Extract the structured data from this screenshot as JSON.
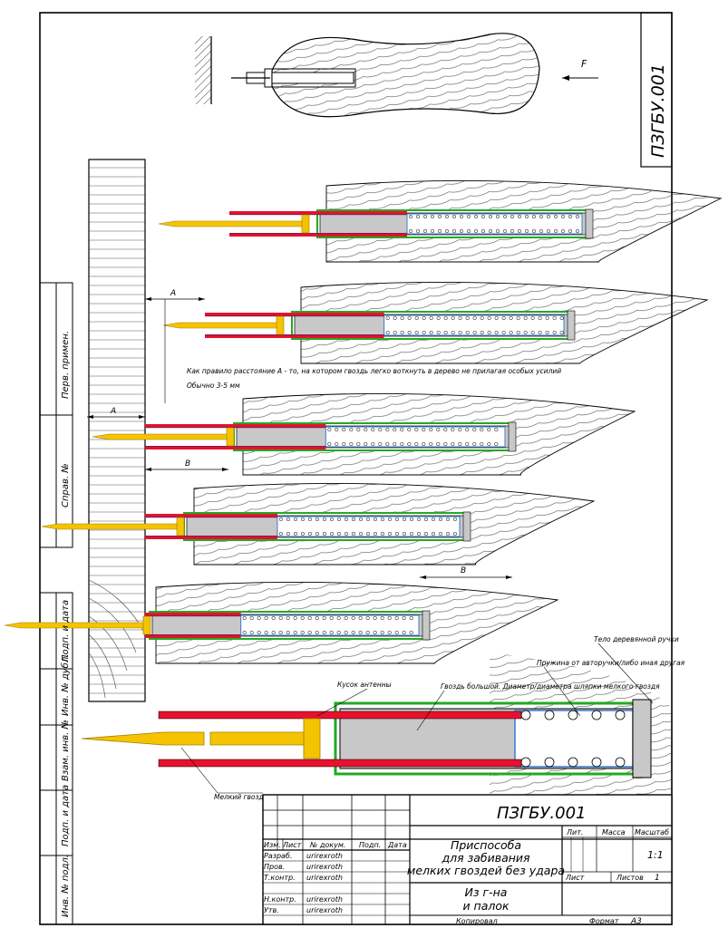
{
  "stamp": {
    "code_vertical": "ПЗГБУ.001",
    "code_title": "ПЗГБУ.001",
    "title_lines": [
      "Приспособа",
      "для забивания",
      "мелких гвоздей без удара"
    ],
    "material_lines": [
      "Из г-на",
      "и палок"
    ],
    "col_labels": [
      "Изм.",
      "Лист",
      "№ докум.",
      "Подп.",
      "Дата"
    ],
    "rows": [
      {
        "role": "Разраб.",
        "name": "urirexroth"
      },
      {
        "role": "Пров.",
        "name": "urirexroth"
      },
      {
        "role": "Т.контр.",
        "name": "urirexroth"
      },
      {
        "role": "",
        "name": ""
      },
      {
        "role": "Н.контр.",
        "name": "urirexroth"
      },
      {
        "role": "Утв.",
        "name": "urirexroth"
      }
    ],
    "lit_label": "Лит.",
    "mass_label": "Масса",
    "scale_label": "Масштаб",
    "scale_value": "1:1",
    "sheet_label": "Лист",
    "sheets_label": "Листов",
    "sheets_value": "1",
    "copied_label": "Копировал",
    "format_label": "Формат",
    "format_value": "А3"
  },
  "side_labels": [
    "Перв. примен.",
    "Справ. №",
    "Подп. и дата",
    "Инв. № дубл.",
    "Взам. инв. №",
    "Подп. и дата",
    "Инв. № подл."
  ],
  "annotations": {
    "force": "F",
    "dim_a": "A",
    "dim_a2": "A",
    "dim_b": "B",
    "dim_b2": "B",
    "distance_note": "Как правило расстояние А - то, на котором гвоздь легко воткнуть в дерево не прилагая особых усилий",
    "usually": "Обычно 3-5 мм",
    "wood_handle": "Тело деревянной ручки",
    "spring": "Пружина от авторучки/либо иная другая",
    "big_nail": "Гвоздь большой. Диаметр/диаметра шляпки мелкого гвоздя",
    "antenna": "Кусок антенны",
    "small_nail": "Мелкий гвоздь"
  },
  "colors": {
    "tube": "#e8112d",
    "tube_inner": "#8b1a4a",
    "nail": "#f5c400",
    "nail_edge": "#a07d00",
    "cylinder": "#c8c8c8",
    "sleeve_green": "#22aa22",
    "sleeve_blue": "#3a7bd5"
  }
}
